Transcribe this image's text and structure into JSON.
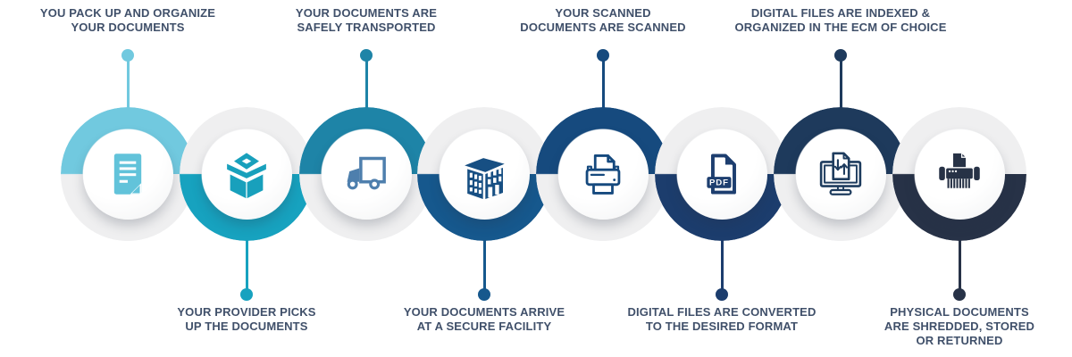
{
  "diagram": {
    "background_color": "#ffffff",
    "text_color": "#40506a",
    "track_gray_color": "#efeff0",
    "pdf_text": "PDF",
    "steps": [
      {
        "index": 1,
        "position": "top",
        "icon": "document-icon",
        "color": "#71c9df",
        "icon_color": "#62c3da",
        "label_lines": [
          "YOU PACK UP AND ORGANIZE",
          "YOUR DOCUMENTS"
        ]
      },
      {
        "index": 2,
        "position": "bottom",
        "icon": "open-box-icon",
        "color": "#17a2bf",
        "icon_color": "#18a0bc",
        "label_lines": [
          "YOUR PROVIDER PICKS",
          "UP THE DOCUMENTS"
        ]
      },
      {
        "index": 3,
        "position": "top",
        "icon": "truck-icon",
        "color": "#1e84a7",
        "icon_color": "#4e7fad",
        "label_lines": [
          "YOUR DOCUMENTS ARE",
          "SAFELY TRANSPORTED"
        ]
      },
      {
        "index": 4,
        "position": "bottom",
        "icon": "building-icon",
        "color": "#16588d",
        "icon_color": "#174f83",
        "label_lines": [
          "YOUR DOCUMENTS ARRIVE",
          "AT A SECURE FACILITY"
        ]
      },
      {
        "index": 5,
        "position": "top",
        "icon": "scanner-printer-icon",
        "color": "#164a7e",
        "icon_color": "#15497e",
        "label_lines": [
          "YOUR SCANNED",
          "DOCUMENTS ARE SCANNED"
        ]
      },
      {
        "index": 6,
        "position": "bottom",
        "icon": "pdf-file-icon",
        "color": "#1c3d6d",
        "icon_color": "#1d3e6f",
        "label_lines": [
          "DIGITAL FILES ARE CONVERTED",
          "TO THE DESIRED FORMAT"
        ]
      },
      {
        "index": 7,
        "position": "top",
        "icon": "monitor-transfer-icon",
        "color": "#1e3a5c",
        "icon_color": "#1e3c5e",
        "label_lines": [
          "DIGITAL FILES ARE INDEXED &",
          "ORGANIZED IN THE ECM OF CHOICE"
        ]
      },
      {
        "index": 8,
        "position": "bottom",
        "icon": "shredder-icon",
        "color": "#273247",
        "icon_color": "#273246",
        "label_lines": [
          "PHYSICAL DOCUMENTS",
          "ARE SHREDDED, STORED",
          "OR RETURNED"
        ]
      }
    ]
  }
}
